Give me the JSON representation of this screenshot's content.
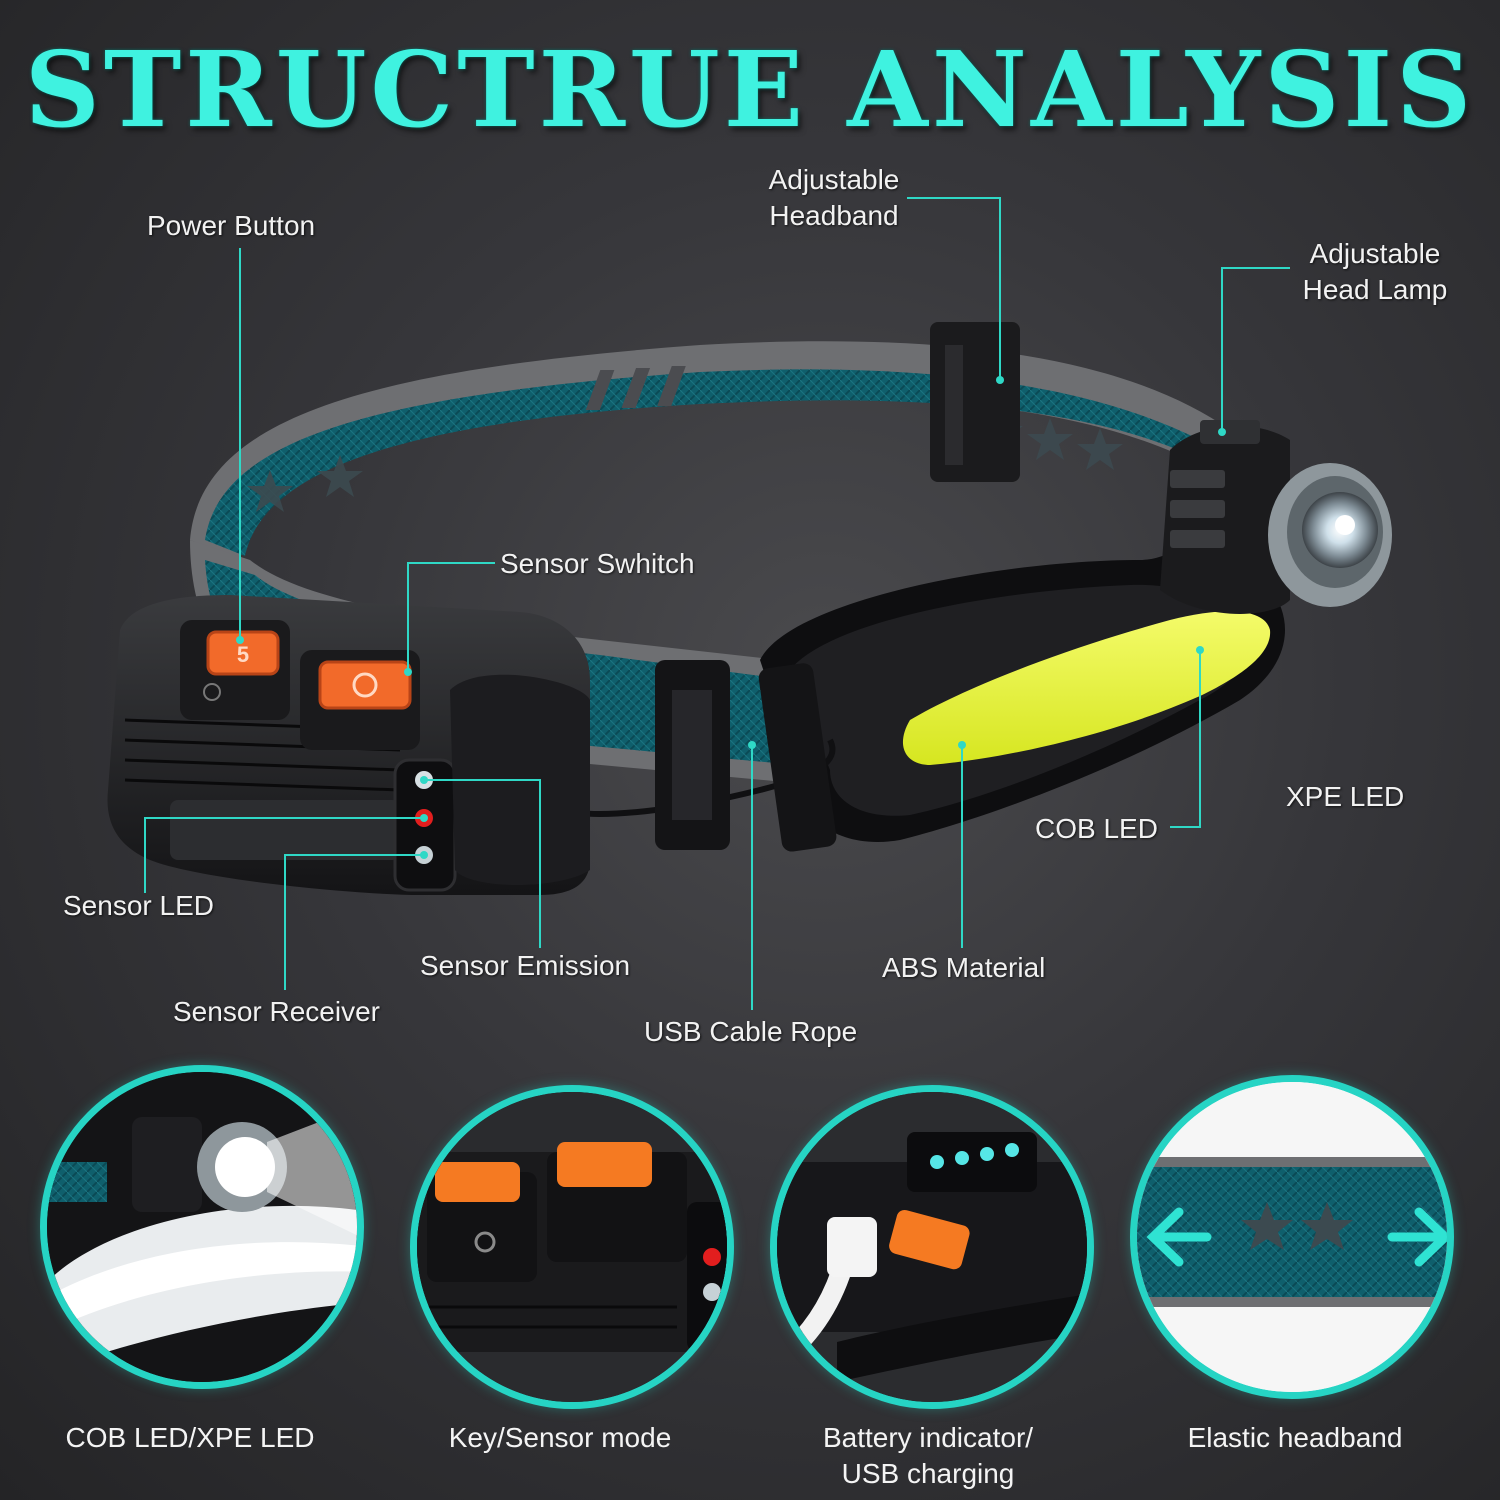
{
  "title": "STRUCTRUE ANALYSIS",
  "colors": {
    "accent_teal": "#3ff2e0",
    "leader_line": "#2fd8c6",
    "band_teal": "#0f5f6c",
    "cob_yellow": "#e6f23a",
    "button_orange": "#f26a2a",
    "background": "#303033"
  },
  "callouts": {
    "power_button": "Power Button",
    "sensor_switch": "Sensor Swhitch",
    "adjustable_headband": "Adjustable\nHeadband",
    "adjustable_head_lamp": "Adjustable\nHead Lamp",
    "xpe_led": "XPE LED",
    "cob_led": "COB LED",
    "sensor_led": "Sensor LED",
    "sensor_emission": "Sensor Emission",
    "sensor_receiver": "Sensor Receiver",
    "abs_material": "ABS Material",
    "usb_cable_rope": "USB Cable Rope"
  },
  "features": [
    {
      "caption": "COB LED/XPE LED",
      "icon": "headlamp-beam-closeup"
    },
    {
      "caption": "Key/Sensor mode",
      "icon": "buttons-closeup"
    },
    {
      "caption": "Battery indicator/\nUSB charging",
      "icon": "usb-charging-closeup"
    },
    {
      "caption": "Elastic headband",
      "icon": "elastic-band-closeup"
    }
  ]
}
